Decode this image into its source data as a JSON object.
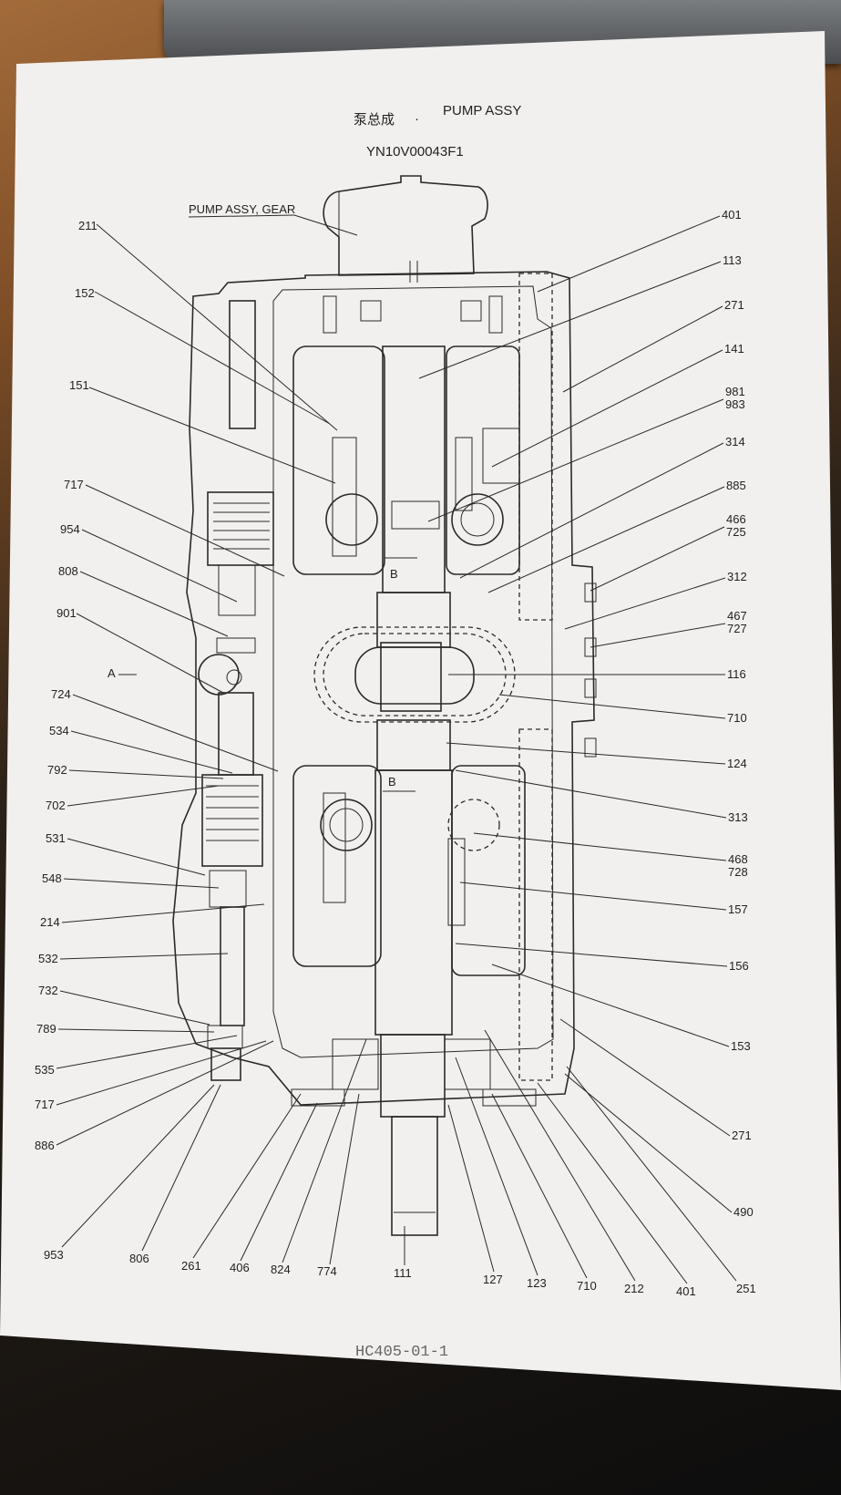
{
  "title": {
    "chinese": "泵总成",
    "separator": "·",
    "english": "PUMP ASSY"
  },
  "drawing_number": "YN10V00043F1",
  "gear_pump_label": "PUMP ASSY, GEAR",
  "view_label": "A",
  "section_marks": [
    "B",
    "B"
  ],
  "footer_code": "HC405-01-1",
  "callouts": {
    "left": [
      "211",
      "152",
      "151",
      "717",
      "954",
      "808",
      "901",
      "724",
      "534",
      "792",
      "702",
      "531",
      "548",
      "214",
      "532",
      "732",
      "789",
      "535",
      "717",
      "886"
    ],
    "right": [
      "401",
      "113",
      "271",
      "141",
      "981",
      "983",
      "314",
      "885",
      "466",
      "725",
      "312",
      "467",
      "727",
      "116",
      "710",
      "124",
      "313",
      "468",
      "728",
      "157",
      "156",
      "153",
      "271",
      "490"
    ],
    "bottom": [
      "953",
      "806",
      "261",
      "406",
      "824",
      "774",
      "111",
      "127",
      "123",
      "710",
      "212",
      "401",
      "251"
    ]
  }
}
